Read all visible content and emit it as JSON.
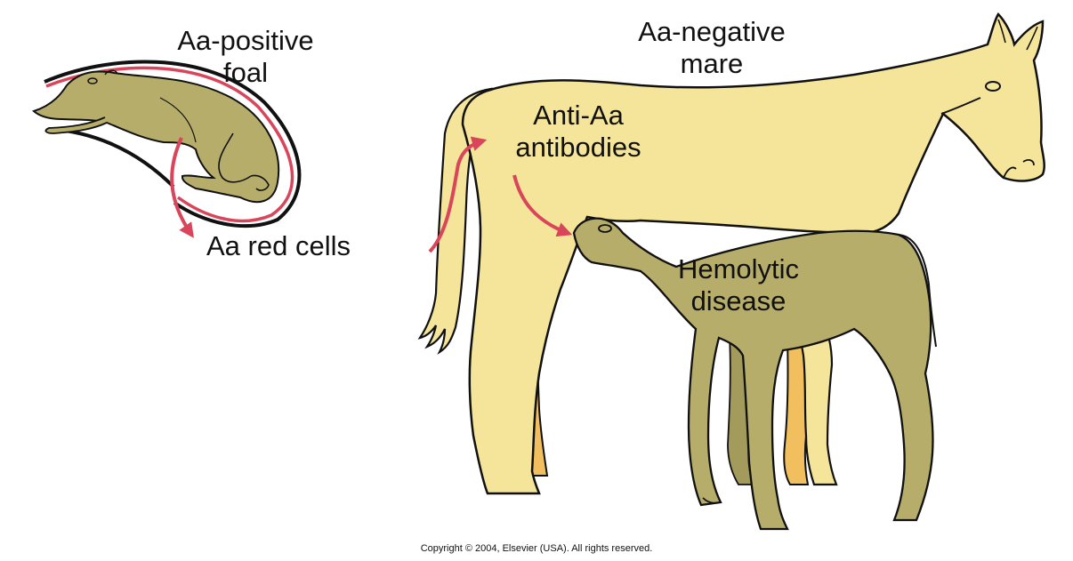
{
  "labels": {
    "foal_title_line1": "Aa-positive",
    "foal_title_line2": "foal",
    "red_cells": "Aa red cells",
    "mare_title_line1": "Aa-negative",
    "mare_title_line2": "mare",
    "antibodies_line1": "Anti-Aa",
    "antibodies_line2": "antibodies",
    "disease_line1": "Hemolytic",
    "disease_line2": "disease"
  },
  "copyright": "Copyright © 2004, Elsevier (USA). All rights reserved.",
  "colors": {
    "mare_body": "#f5e59a",
    "mare_far_legs": "#f2bf5e",
    "foal_body": "#b6ad6b",
    "outline": "#111111",
    "arrow": "#d9455a"
  }
}
